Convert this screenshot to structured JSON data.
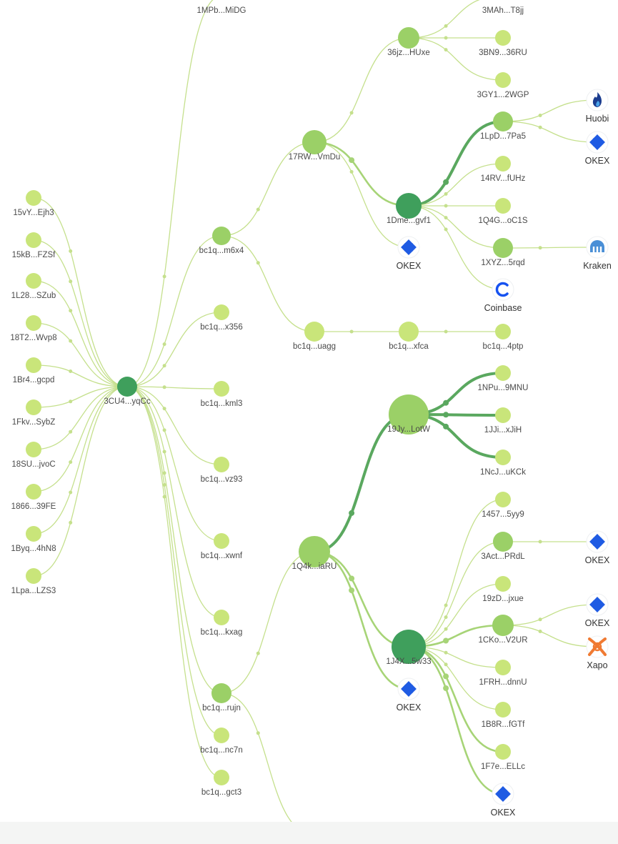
{
  "colors": {
    "node_light": "#c9e57a",
    "node_mid": "#9bd067",
    "node_dark": "#3f9f5c",
    "edge_light": "#c5e08d",
    "edge_mid": "#a7d477",
    "edge_dark": "#5aa85f",
    "okex_blue": "#1f5be3",
    "huobi_blue": "#1b3d8f",
    "kraken_blue": "#4a8fd6",
    "coinbase_blue": "#1652f0",
    "xapo_orange": "#f07a32"
  },
  "nodes": [
    {
      "id": "n15vY",
      "label": "15vY...Ejh3",
      "tier": "light",
      "r": 11
    },
    {
      "id": "n15kB",
      "label": "15kB...FZSf",
      "tier": "light",
      "r": 11
    },
    {
      "id": "n1L28",
      "label": "1L28...SZub",
      "tier": "light",
      "r": 11
    },
    {
      "id": "n18T2",
      "label": "18T2...Wvp8",
      "tier": "light",
      "r": 11
    },
    {
      "id": "n1Br4",
      "label": "1Br4...gcpd",
      "tier": "light",
      "r": 11
    },
    {
      "id": "n1Fkv",
      "label": "1Fkv...SybZ",
      "tier": "light",
      "r": 11
    },
    {
      "id": "n18SU",
      "label": "18SU...jvoC",
      "tier": "light",
      "r": 11
    },
    {
      "id": "n1866",
      "label": "1866...39FE",
      "tier": "light",
      "r": 11
    },
    {
      "id": "n1Byq",
      "label": "1Byq...4hN8",
      "tier": "light",
      "r": 11
    },
    {
      "id": "n1Lpa",
      "label": "1Lpa...LZS3",
      "tier": "light",
      "r": 11
    },
    {
      "id": "n3CU4",
      "label": "3CU4...yqCc",
      "tier": "dark",
      "r": 14
    },
    {
      "id": "n1MPb",
      "label": "1MPb...MiDG",
      "tier": "light",
      "r": 0
    },
    {
      "id": "nm6x4",
      "label": "bc1q...m6x4",
      "tier": "mid",
      "r": 13
    },
    {
      "id": "nx356",
      "label": "bc1q...x356",
      "tier": "light",
      "r": 11
    },
    {
      "id": "nkml3",
      "label": "bc1q...kml3",
      "tier": "light",
      "r": 11
    },
    {
      "id": "nvz93",
      "label": "bc1q...vz93",
      "tier": "light",
      "r": 11
    },
    {
      "id": "nxwnf",
      "label": "bc1q...xwnf",
      "tier": "light",
      "r": 11
    },
    {
      "id": "nkxag",
      "label": "bc1q...kxag",
      "tier": "light",
      "r": 11
    },
    {
      "id": "nrujn",
      "label": "bc1q...rujn",
      "tier": "mid",
      "r": 14
    },
    {
      "id": "nnc7n",
      "label": "bc1q...nc7n",
      "tier": "light",
      "r": 11
    },
    {
      "id": "ngct3",
      "label": "bc1q...gct3",
      "tier": "light",
      "r": 11
    },
    {
      "id": "n17RW",
      "label": "17RW...VmDu",
      "tier": "mid",
      "r": 17
    },
    {
      "id": "nuagg",
      "label": "bc1q...uagg",
      "tier": "light",
      "r": 14
    },
    {
      "id": "n1Q4k",
      "label": "1Q4k...iaRU",
      "tier": "mid",
      "r": 22
    },
    {
      "id": "n36jz",
      "label": "36jz...HUxe",
      "tier": "mid",
      "r": 15
    },
    {
      "id": "n1Dme",
      "label": "1Dme...gvf1",
      "tier": "dark",
      "r": 18
    },
    {
      "id": "nxfca",
      "label": "bc1q...xfca",
      "tier": "light",
      "r": 14
    },
    {
      "id": "n19Jy",
      "label": "19Jy...LotW",
      "tier": "mid",
      "r": 28
    },
    {
      "id": "n1J4X",
      "label": "1J4X...5w33",
      "tier": "dark",
      "r": 24
    },
    {
      "id": "n3MAh",
      "label": "3MAh...T8jj",
      "tier": "light",
      "r": 0
    },
    {
      "id": "n3BN9",
      "label": "3BN9...36RU",
      "tier": "light",
      "r": 11
    },
    {
      "id": "n3GY1",
      "label": "3GY1...2WGP",
      "tier": "light",
      "r": 11
    },
    {
      "id": "n1LpD",
      "label": "1LpD...7Pa5",
      "tier": "mid",
      "r": 14
    },
    {
      "id": "n14RV",
      "label": "14RV...fUHz",
      "tier": "light",
      "r": 11
    },
    {
      "id": "n1Q4G",
      "label": "1Q4G...oC1S",
      "tier": "light",
      "r": 11
    },
    {
      "id": "n1XYZ",
      "label": "1XYZ...5rqd",
      "tier": "mid",
      "r": 14
    },
    {
      "id": "n4ptp",
      "label": "bc1q...4ptp",
      "tier": "light",
      "r": 11
    },
    {
      "id": "n1NPu",
      "label": "1NPu...9MNU",
      "tier": "light",
      "r": 11
    },
    {
      "id": "n1JJi",
      "label": "1JJi...xJiH",
      "tier": "light",
      "r": 11
    },
    {
      "id": "n1NcJ",
      "label": "1NcJ...uKCk",
      "tier": "light",
      "r": 11
    },
    {
      "id": "n1457",
      "label": "1457...5yy9",
      "tier": "light",
      "r": 11
    },
    {
      "id": "n3Act",
      "label": "3Act...PRdL",
      "tier": "mid",
      "r": 14
    },
    {
      "id": "n19zD",
      "label": "19zD...jxue",
      "tier": "light",
      "r": 11
    },
    {
      "id": "n1CKo",
      "label": "1CKo...V2UR",
      "tier": "mid",
      "r": 15
    },
    {
      "id": "n1FRH",
      "label": "1FRH...dnnU",
      "tier": "light",
      "r": 11
    },
    {
      "id": "n1B8R",
      "label": "1B8R...fGTf",
      "tier": "light",
      "r": 11
    },
    {
      "id": "n1F7e",
      "label": "1F7e...ELLc",
      "tier": "light",
      "r": 11
    },
    {
      "id": "nb1",
      "label": "",
      "tier": "mid",
      "r": 14
    },
    {
      "id": "nb2",
      "label": "",
      "tier": "mid",
      "r": 14
    },
    {
      "id": "nb3",
      "label": "",
      "tier": "light",
      "r": 11
    }
  ],
  "exchanges": [
    {
      "id": "x_huobi",
      "label": "Huobi",
      "kind": "huobi"
    },
    {
      "id": "x_okex_a",
      "label": "OKEX",
      "kind": "okex"
    },
    {
      "id": "x_okex_b",
      "label": "OKEX",
      "kind": "okex"
    },
    {
      "id": "x_kraken",
      "label": "Kraken",
      "kind": "kraken"
    },
    {
      "id": "x_coinbase",
      "label": "Coinbase",
      "kind": "coinbase"
    },
    {
      "id": "x_okex_c",
      "label": "OKEX",
      "kind": "okex"
    },
    {
      "id": "x_okex_d",
      "label": "OKEX",
      "kind": "okex"
    },
    {
      "id": "x_xapo",
      "label": "Xapo",
      "kind": "xapo"
    },
    {
      "id": "x_okex_e",
      "label": "OKEX",
      "kind": "okex"
    },
    {
      "id": "x_okex_f",
      "label": "OKEX",
      "kind": "okex"
    }
  ],
  "edges": [
    {
      "from": "n15vY",
      "to": "n3CU4",
      "w": "thin"
    },
    {
      "from": "n15kB",
      "to": "n3CU4",
      "w": "thin"
    },
    {
      "from": "n1L28",
      "to": "n3CU4",
      "w": "thin"
    },
    {
      "from": "n18T2",
      "to": "n3CU4",
      "w": "thin"
    },
    {
      "from": "n1Br4",
      "to": "n3CU4",
      "w": "thin"
    },
    {
      "from": "n1Fkv",
      "to": "n3CU4",
      "w": "thin"
    },
    {
      "from": "n18SU",
      "to": "n3CU4",
      "w": "thin"
    },
    {
      "from": "n1866",
      "to": "n3CU4",
      "w": "thin"
    },
    {
      "from": "n1Byq",
      "to": "n3CU4",
      "w": "thin"
    },
    {
      "from": "n1Lpa",
      "to": "n3CU4",
      "w": "thin"
    },
    {
      "from": "n3CU4",
      "to": "n1MPb",
      "w": "thin"
    },
    {
      "from": "n3CU4",
      "to": "nm6x4",
      "w": "thin"
    },
    {
      "from": "n3CU4",
      "to": "nx356",
      "w": "thin"
    },
    {
      "from": "n3CU4",
      "to": "nkml3",
      "w": "thin"
    },
    {
      "from": "n3CU4",
      "to": "nvz93",
      "w": "thin"
    },
    {
      "from": "n3CU4",
      "to": "nxwnf",
      "w": "thin"
    },
    {
      "from": "n3CU4",
      "to": "nkxag",
      "w": "thin"
    },
    {
      "from": "n3CU4",
      "to": "nrujn",
      "w": "thin"
    },
    {
      "from": "n3CU4",
      "to": "nnc7n",
      "w": "thin"
    },
    {
      "from": "n3CU4",
      "to": "ngct3",
      "w": "thin"
    },
    {
      "from": "nm6x4",
      "to": "n17RW",
      "w": "thin"
    },
    {
      "from": "nm6x4",
      "to": "nuagg",
      "w": "thin"
    },
    {
      "from": "nrujn",
      "to": "n1Q4k",
      "w": "thin"
    },
    {
      "from": "nrujn",
      "to": "nb1",
      "w": "thin"
    },
    {
      "from": "n17RW",
      "to": "n36jz",
      "w": "thin"
    },
    {
      "from": "n17RW",
      "to": "n1Dme",
      "w": "mid"
    },
    {
      "from": "n17RW",
      "to": "x_okex_b",
      "w": "thin"
    },
    {
      "from": "nuagg",
      "to": "nxfca",
      "w": "thin"
    },
    {
      "from": "nxfca",
      "to": "n4ptp",
      "w": "thin"
    },
    {
      "from": "n36jz",
      "to": "n3MAh",
      "w": "thin"
    },
    {
      "from": "n36jz",
      "to": "n3BN9",
      "w": "thin"
    },
    {
      "from": "n36jz",
      "to": "n3GY1",
      "w": "thin"
    },
    {
      "from": "n1Dme",
      "to": "n1LpD",
      "w": "thick"
    },
    {
      "from": "n1Dme",
      "to": "n14RV",
      "w": "thin"
    },
    {
      "from": "n1Dme",
      "to": "n1Q4G",
      "w": "thin"
    },
    {
      "from": "n1Dme",
      "to": "n1XYZ",
      "w": "thin"
    },
    {
      "from": "n1Dme",
      "to": "x_coinbase",
      "w": "thin"
    },
    {
      "from": "n1LpD",
      "to": "x_huobi",
      "w": "thin"
    },
    {
      "from": "n1LpD",
      "to": "x_okex_a",
      "w": "thin"
    },
    {
      "from": "n1XYZ",
      "to": "x_kraken",
      "w": "thin"
    },
    {
      "from": "n1Q4k",
      "to": "n19Jy",
      "w": "thick"
    },
    {
      "from": "n1Q4k",
      "to": "n1J4X",
      "w": "mid"
    },
    {
      "from": "n1Q4k",
      "to": "x_okex_e",
      "w": "mid"
    },
    {
      "from": "n19Jy",
      "to": "n1NPu",
      "w": "thick"
    },
    {
      "from": "n19Jy",
      "to": "n1JJi",
      "w": "thick"
    },
    {
      "from": "n19Jy",
      "to": "n1NcJ",
      "w": "thick"
    },
    {
      "from": "n1J4X",
      "to": "n1457",
      "w": "thin"
    },
    {
      "from": "n1J4X",
      "to": "n3Act",
      "w": "thin"
    },
    {
      "from": "n1J4X",
      "to": "n19zD",
      "w": "thin"
    },
    {
      "from": "n1J4X",
      "to": "n1CKo",
      "w": "mid"
    },
    {
      "from": "n1J4X",
      "to": "n1FRH",
      "w": "thin"
    },
    {
      "from": "n1J4X",
      "to": "n1B8R",
      "w": "thin"
    },
    {
      "from": "n1J4X",
      "to": "n1F7e",
      "w": "mid"
    },
    {
      "from": "n1J4X",
      "to": "x_okex_f",
      "w": "mid"
    },
    {
      "from": "n3Act",
      "to": "x_okex_c",
      "w": "thin"
    },
    {
      "from": "n1CKo",
      "to": "x_okex_d",
      "w": "thin"
    },
    {
      "from": "n1CKo",
      "to": "x_xapo",
      "w": "thin"
    },
    {
      "from": "nb1",
      "to": "nb2",
      "w": "thin"
    },
    {
      "from": "nb2",
      "to": "nb3",
      "w": "thin"
    }
  ]
}
